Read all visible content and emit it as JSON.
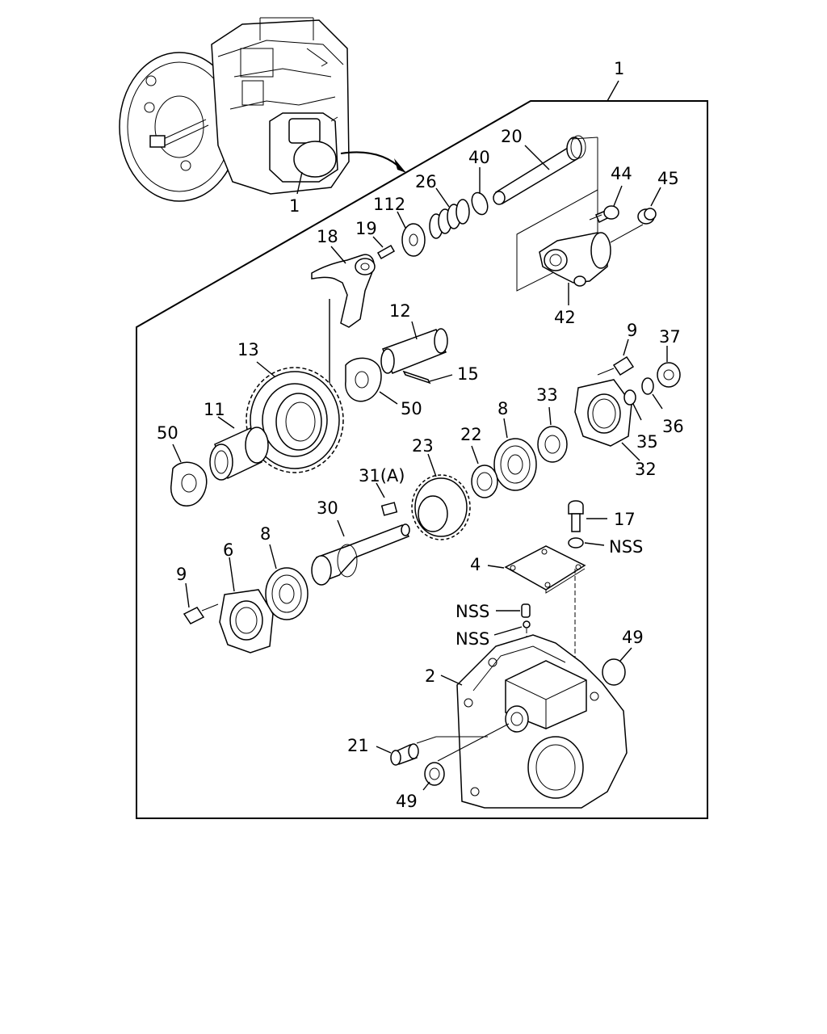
{
  "diagram": {
    "type": "exploded-parts-view",
    "callouts": {
      "assembly_1": "1",
      "engine_1": "1",
      "c20": "20",
      "c40": "40",
      "c26": "26",
      "c112": "112",
      "c19": "19",
      "c18": "18",
      "c44": "44",
      "c45": "45",
      "c42": "42",
      "c12": "12",
      "c15": "15",
      "c13": "13",
      "c50a": "50",
      "c50b": "50",
      "c11": "11",
      "c9a": "9",
      "c37": "37",
      "c33": "33",
      "c8a": "8",
      "c22": "22",
      "c23": "23",
      "c35": "35",
      "c36": "36",
      "c32": "32",
      "c31": "31(A)",
      "c30": "30",
      "c8b": "8",
      "c6": "6",
      "c9b": "9",
      "c17": "17",
      "nss1": "NSS",
      "c4": "4",
      "nss2": "NSS",
      "nss3": "NSS",
      "c49a": "49",
      "c2": "2",
      "c21": "21",
      "c49b": "49"
    }
  }
}
